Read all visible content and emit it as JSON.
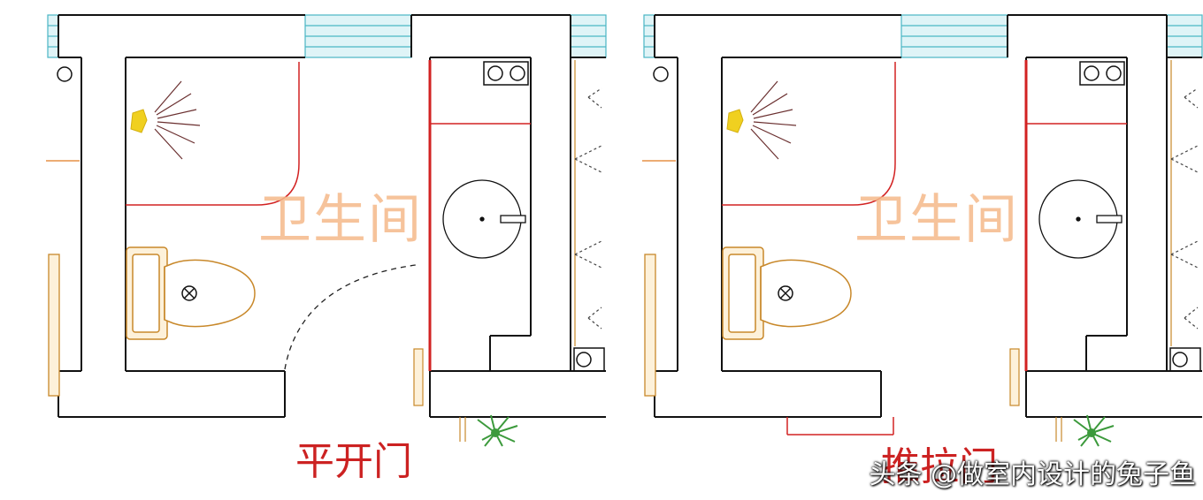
{
  "plans": [
    {
      "room_label": "卫生间",
      "door_label": "平开门",
      "door_type": "swing"
    },
    {
      "room_label": "卫生间",
      "door_label": "推拉门",
      "door_type": "sliding"
    }
  ],
  "watermark": "头条 @做室内设计的兔子鱼",
  "colors": {
    "wall": "#111111",
    "window": "#4bb6c4",
    "partition": "#d22222",
    "fixture": "#c8882a",
    "fixture_fill": "#fdf1da",
    "room_label": "#f5b98a",
    "door_label": "#cc2222",
    "plant": "#3c9a3c",
    "shower": "#f0d020"
  }
}
